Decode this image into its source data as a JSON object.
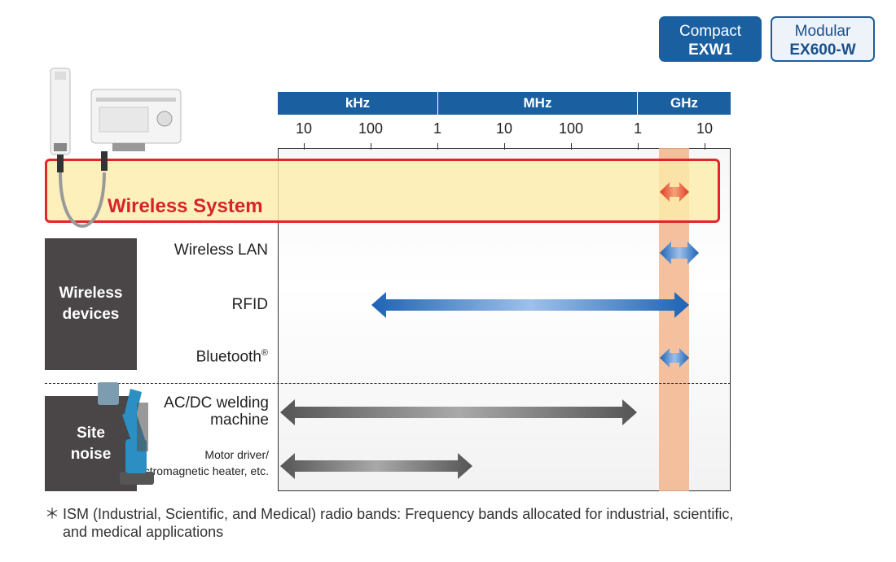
{
  "badges": {
    "compact": {
      "line1": "Compact",
      "line2": "EXW1"
    },
    "modular": {
      "line1": "Modular",
      "line2": "EX600-W"
    }
  },
  "frequency_bands": [
    "kHz",
    "MHz",
    "GHz"
  ],
  "tick_labels": [
    "10",
    "100",
    "1",
    "10",
    "100",
    "1",
    "10"
  ],
  "wireless_system": {
    "label": "Wireless System"
  },
  "categories": {
    "wireless_devices": {
      "line1": "Wireless",
      "line2": "devices"
    },
    "site_noise": {
      "line1": "Site",
      "line2": "noise"
    }
  },
  "rows": {
    "wireless_lan": "Wireless LAN",
    "rfid": "RFID",
    "bluetooth": "Bluetooth",
    "bluetooth_mark": "®",
    "welding": {
      "line1": "AC/DC welding",
      "line2": "machine"
    },
    "motor": {
      "line1": "Motor driver/",
      "line2": "Electromagnetic heater, etc."
    }
  },
  "footnote": {
    "mark": "＊",
    "text": "ISM (Industrial, Scientific, and Medical) radio bands: Frequency bands allocated for industrial, scientific, and medical applications"
  },
  "colors": {
    "brand_blue": "#1a5fa0",
    "highlight_red": "#e0262b",
    "ism_orange": "#f2b58c",
    "category_gray": "#4a4546"
  }
}
